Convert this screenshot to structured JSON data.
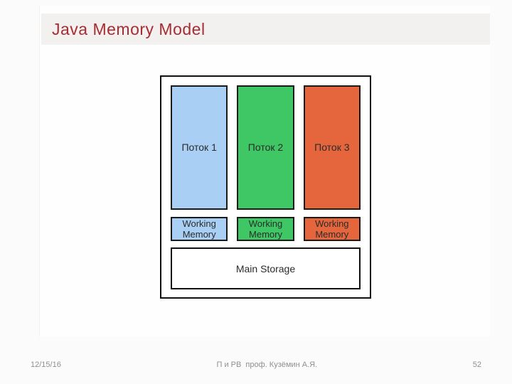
{
  "slide": {
    "title": "Java Memory Model"
  },
  "colors": {
    "title": "#a82c33",
    "title_bar_bg": "#f2f1ef",
    "thread1": "#a9d0f4",
    "thread2": "#3ec764",
    "thread3": "#e5663d",
    "box_border": "#1a1a1a"
  },
  "diagram": {
    "threads": [
      {
        "label": "Поток 1"
      },
      {
        "label": "Поток 2"
      },
      {
        "label": "Поток 3"
      }
    ],
    "working_memory_label": "Working Memory",
    "main_storage_label": "Main Storage"
  },
  "footer": {
    "date": "12/15/16",
    "center": "П и РВ  проф. Кузёмин А.Я.",
    "page_number": "52"
  }
}
